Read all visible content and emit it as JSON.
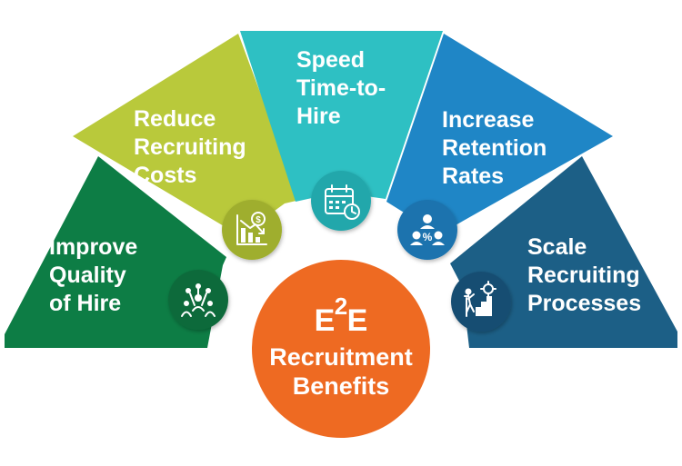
{
  "center": {
    "logo_left": "E",
    "logo_middle": "2",
    "logo_right": "E",
    "title_line1": "Recruitment",
    "title_line2": "Benefits",
    "color": "#ee6a22"
  },
  "segments": [
    {
      "id": "quality",
      "lines": [
        "Improve",
        "Quality",
        "of Hire"
      ],
      "color": "#0d7d45",
      "icon": "team-network-icon"
    },
    {
      "id": "costs",
      "lines": [
        "Reduce",
        "Recruiting",
        "Costs"
      ],
      "color": "#b9c93b",
      "icon": "cost-reduction-chart-icon"
    },
    {
      "id": "speed",
      "lines": [
        "Speed",
        "Time-to-",
        "Hire"
      ],
      "color": "#2ec0c3",
      "icon": "calendar-clock-icon"
    },
    {
      "id": "retention",
      "lines": [
        "Increase",
        "Retention",
        "Rates"
      ],
      "color": "#1f86c6",
      "icon": "people-percent-icon"
    },
    {
      "id": "scale",
      "lines": [
        "Scale",
        "Recruiting",
        "Processes"
      ],
      "color": "#1c5f86",
      "icon": "growth-stairs-gear-icon"
    }
  ]
}
